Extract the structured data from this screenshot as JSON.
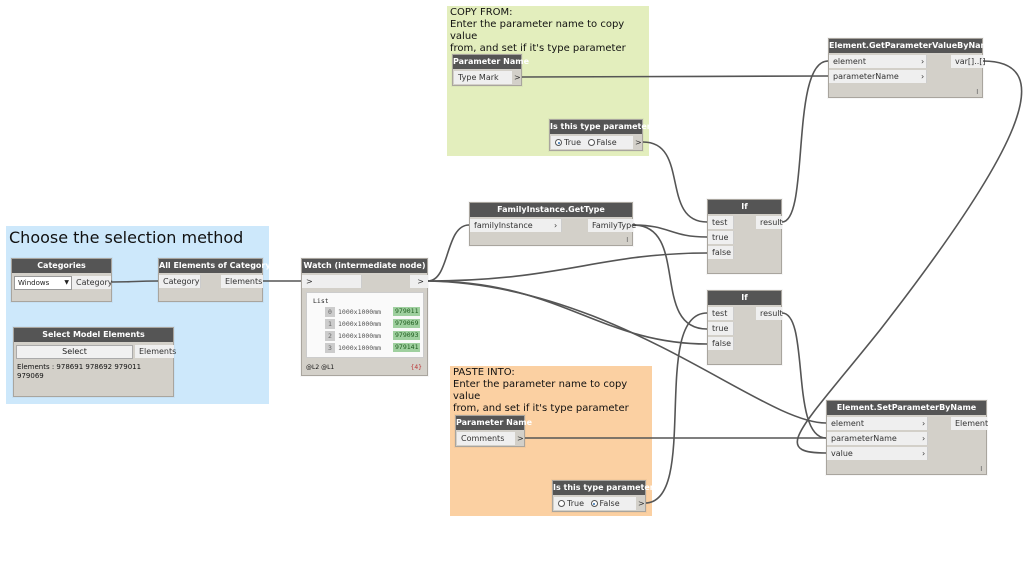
{
  "groups": {
    "selection": {
      "title": "Choose the selection method",
      "color": "#cde8fb"
    },
    "copy_from": {
      "title": "COPY FROM:\nEnter the parameter name to copy value\nfrom, and set if it's type parameter",
      "color": "#e3eebd"
    },
    "paste_into": {
      "title": "PASTE INTO:\nEnter the parameter name to copy value\nfrom, and set if it's type parameter",
      "color": "#fbd0a2"
    }
  },
  "nodes": {
    "categories": {
      "title": "Categories",
      "dropdown": "Windows",
      "output": "Category"
    },
    "all_elements": {
      "title": "All Elements of Category",
      "input": "Category",
      "output": "Elements"
    },
    "select_model": {
      "title": "Select Model Elements",
      "button": "Select",
      "output": "Elements",
      "info_line1": "Elements : 978691 978692 979011",
      "info_line2": "979069"
    },
    "watch": {
      "title": "Watch (intermediate node)",
      "in_chevron": ">",
      "out_chevron": ">",
      "list_label": "List",
      "rows": [
        {
          "index": "0",
          "value": "1000x1000mm",
          "id": "979011"
        },
        {
          "index": "1",
          "value": "1000x1000mm",
          "id": "979069"
        },
        {
          "index": "2",
          "value": "1000x1000mm",
          "id": "979093"
        },
        {
          "index": "3",
          "value": "1000x1000mm",
          "id": "979141"
        }
      ],
      "levels": "@L2 @L1",
      "count": "{4}"
    },
    "family_get_type": {
      "title": "FamilyInstance.GetType",
      "input": "familyInstance",
      "output": "FamilyType",
      "lacing": "l"
    },
    "param_name_copy": {
      "title": "Parameter Name",
      "value": "Type Mark",
      "chevron": ">"
    },
    "is_type_copy": {
      "title": "Is this type parameter?",
      "opt_true": "True",
      "opt_false": "False",
      "selected": "True",
      "chevron": ">"
    },
    "get_param": {
      "title": "Element.GetParameterValueByName",
      "inputs": [
        "element",
        "parameterName"
      ],
      "output": "var[]..[]",
      "lacing": "l"
    },
    "if1": {
      "title": "If",
      "inputs": [
        "test",
        "true",
        "false"
      ],
      "output": "result"
    },
    "if2": {
      "title": "If",
      "inputs": [
        "test",
        "true",
        "false"
      ],
      "output": "result"
    },
    "param_name_paste": {
      "title": "Parameter Name",
      "value": "Comments",
      "chevron": ">"
    },
    "is_type_paste": {
      "title": "Is this type parameter?",
      "opt_true": "True",
      "opt_false": "False",
      "selected": "False",
      "chevron": ">"
    },
    "set_param": {
      "title": "Element.SetParameterByName",
      "inputs": [
        "element",
        "parameterName",
        "value"
      ],
      "output": "Element",
      "lacing": "l"
    }
  },
  "colors": {
    "node_header": "#555555",
    "node_body": "#d3d0c9",
    "wire": "#555555"
  }
}
